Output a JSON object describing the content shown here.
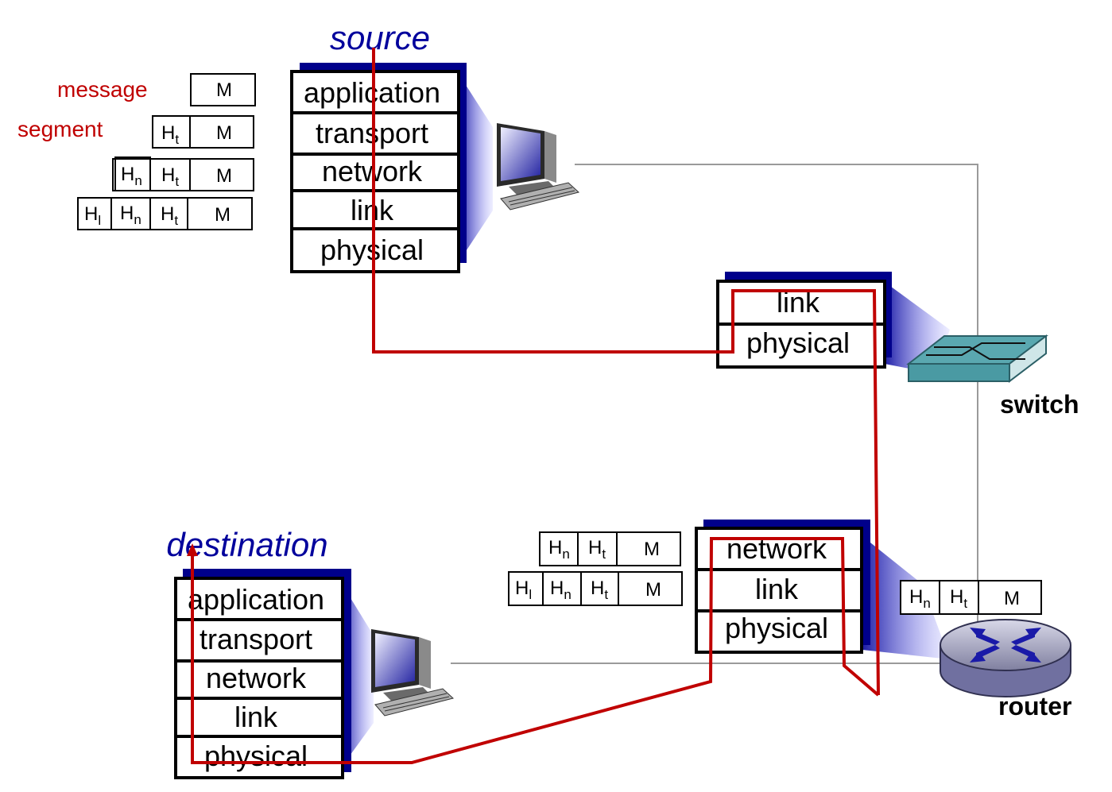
{
  "source_label": "source",
  "destination_label": "destination",
  "source_stack": [
    "application",
    "transport",
    "network",
    "link",
    "physical"
  ],
  "destination_stack": [
    "application",
    "transport",
    "network",
    "link",
    "physical"
  ],
  "switch_stack": [
    "link",
    "physical"
  ],
  "router_stack": [
    "network",
    "link",
    "physical"
  ],
  "switch_label": "switch",
  "router_label": "router",
  "message_label": "message",
  "segment_label": "segment",
  "headers": {
    "M": "M",
    "H": "H",
    "t": "t",
    "n": "n",
    "l": "l"
  },
  "colors": {
    "title": "#00009c",
    "path": "#c00000",
    "stack_shadow": "#00008b",
    "labels_red": "#c00000"
  }
}
